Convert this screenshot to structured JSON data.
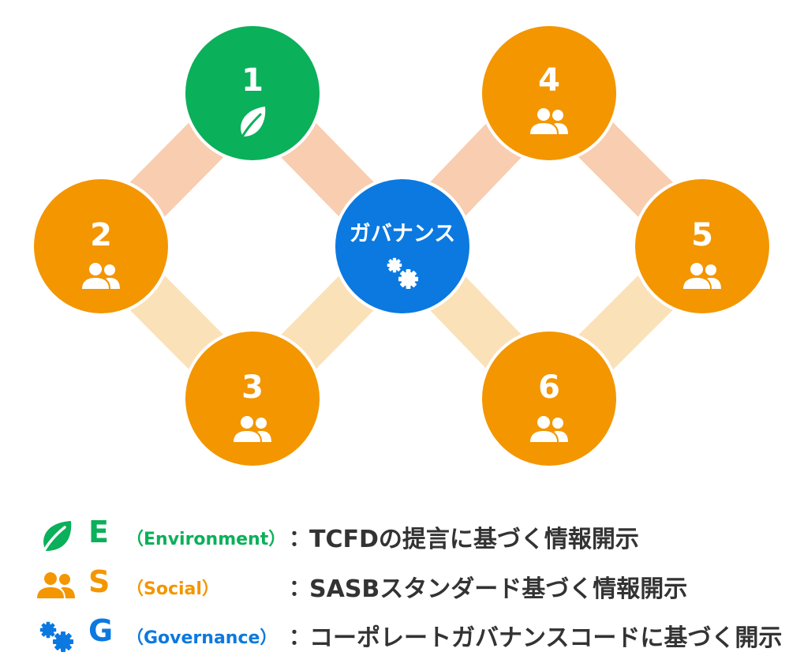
{
  "colors": {
    "green": "#0bb05a",
    "orange": "#f39600",
    "blue": "#0b79e0",
    "band_dark": "#f8cdb0",
    "band_light": "#fbe1b8",
    "text": "#333333"
  },
  "nodes": {
    "n1": {
      "label": "1",
      "icon": "leaf-icon"
    },
    "n2": {
      "label": "2",
      "icon": "people-icon"
    },
    "n3": {
      "label": "3",
      "icon": "people-icon"
    },
    "n4": {
      "label": "4",
      "icon": "people-icon"
    },
    "n5": {
      "label": "5",
      "icon": "people-icon"
    },
    "n6": {
      "label": "6",
      "icon": "people-icon"
    },
    "center": {
      "label": "ガバナンス",
      "icon": "gears-icon"
    }
  },
  "legend": {
    "e": {
      "letter": "E",
      "paren": "（Environment）",
      "colon": "：",
      "desc": "TCFDの提言に基づく情報開示",
      "icon": "leaf-icon"
    },
    "s": {
      "letter": "S",
      "paren": "（Social）",
      "colon": "：",
      "desc": "SASBスタンダード基づく情報開示",
      "icon": "people-icon"
    },
    "g": {
      "letter": "G",
      "paren": "（Governance）",
      "colon": "：",
      "desc": "コーポレートガバナンスコードに基づく開示",
      "icon": "gears-icon"
    }
  }
}
